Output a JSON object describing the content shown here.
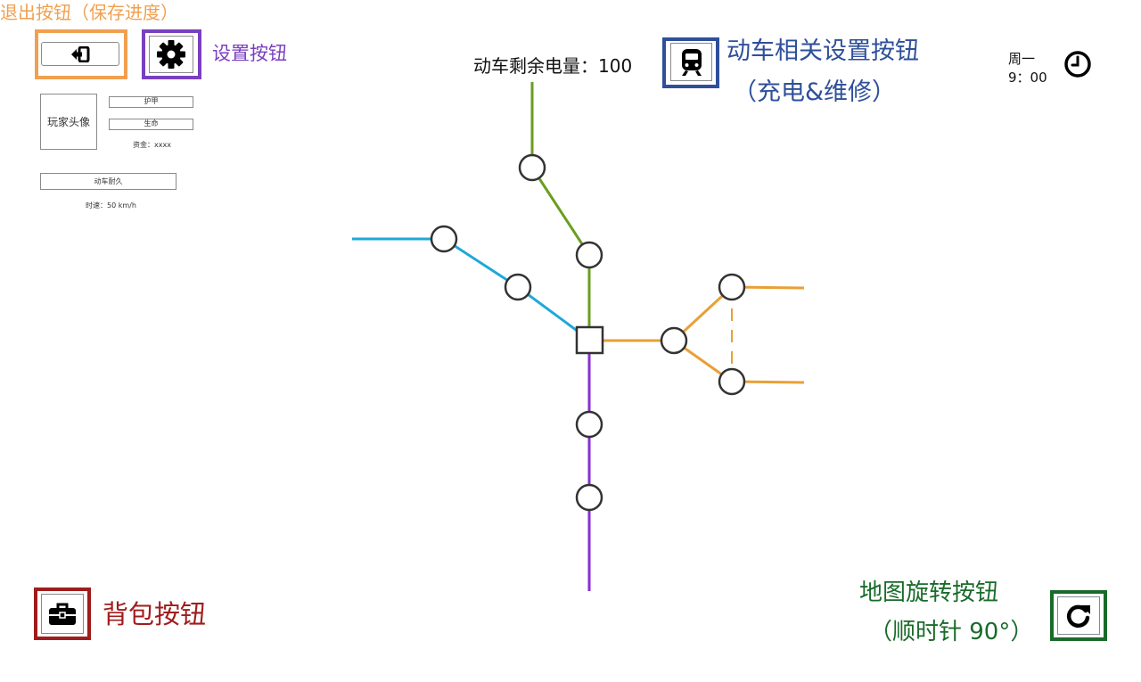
{
  "annotations": {
    "exit": "退出按钮（保存进度）",
    "settings": "设置按钮",
    "train": "动车相关设置按钮",
    "train_sub": "（充电&维修）",
    "backpack": "背包按钮",
    "rotate": "地图旋转按钮",
    "rotate_sub": "（顺时针 90°）"
  },
  "hud": {
    "avatar_label": "玩家头像",
    "armor_label": "护甲",
    "health_label": "生命",
    "money_label": "资金：xxxx",
    "durability_label": "动车耐久",
    "speed_label": "时速：50 km/h",
    "battery_label": "动车剩余电量：100",
    "day": "周一",
    "time": "9：00"
  },
  "icons": {
    "exit": "exit-icon",
    "settings": "gear-icon",
    "train": "train-icon",
    "clock": "clock-icon",
    "backpack": "briefcase-icon",
    "rotate": "rotate-clockwise-icon"
  },
  "colors": {
    "exit": "#f0a050",
    "settings": "#7a3fc0",
    "train": "#2e4f9a",
    "backpack": "#a01c1c",
    "rotate": "#1a6b2a",
    "line_green": "#6a9e1f",
    "line_blue": "#1ea8d8",
    "line_orange": "#e8a035",
    "line_purple": "#8a2fd0"
  }
}
